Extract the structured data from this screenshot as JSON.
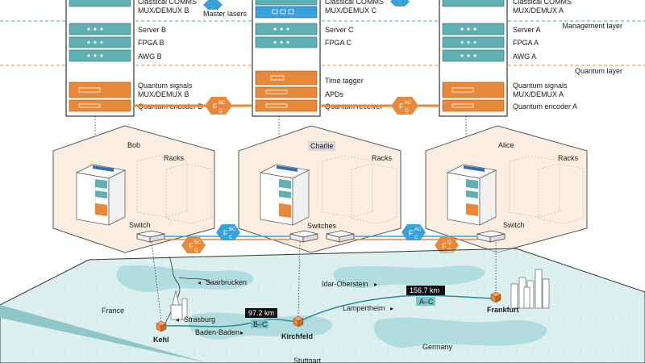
{
  "layers": {
    "management": "Management layer",
    "quantum": "Quantum layer"
  },
  "colors": {
    "teal": "#5fb0b3",
    "orange": "#e8883a",
    "blue_fiber": "#3aa0d8",
    "hex_fill": "#fbeee0",
    "map_water": "#bfe3e4"
  },
  "racks": {
    "left": {
      "classical": "Classical COMMS\nMUX/DEMUX B",
      "server": "Server B",
      "fpga": "FPGA B",
      "awg": "AWG B",
      "qmux": "Quantum signals\nMUX/DEMUX B",
      "encoder": "Quantum encoder B"
    },
    "center": {
      "master": "Master lasers",
      "classical": "Classical COMMS\nMUX/DEMUX C",
      "server": "Server C",
      "fpga": "FPGA C",
      "tagger": "Time tagger",
      "apds": "APDs",
      "receiver": "Quantum receiver"
    },
    "right": {
      "classical": "Classical COMMS\nMUX/DEMUX A",
      "server": "Server A",
      "fpga": "FPGA A",
      "awg": "AWG A",
      "qmux": "Quantum signals\nMUX/DEMUX A",
      "encoder": "Quantum encoder A"
    }
  },
  "fibers": {
    "q_bc": {
      "main": "F",
      "sup": "BC",
      "sub": "Q"
    },
    "q_ac": {
      "main": "F",
      "sup": "AC",
      "sub": "Q"
    },
    "c_bc": {
      "main": "F",
      "sup": "BC",
      "sub": "C"
    },
    "c_ac": {
      "main": "F",
      "sup": "AC",
      "sub": "C"
    }
  },
  "nodes": {
    "bob": {
      "name": "Bob",
      "racks": "Racks",
      "switch": "Switch"
    },
    "charlie": {
      "name": "Charlie",
      "racks": "Racks",
      "switch": "Switches"
    },
    "alice": {
      "name": "Alice",
      "racks": "Racks",
      "switch": "Switch"
    }
  },
  "map": {
    "france": "France",
    "germany": "Germany",
    "saarbrucken": "Saarbrucken",
    "strasburg": "Strasburg",
    "baden": "Baden-Baden",
    "kehl": "Kehl",
    "kirchfeld": "Kirchfeld",
    "idar": "Idar-Oberstein",
    "lampertheim": "Lampertheim",
    "frankfurt": "Frankfurt",
    "stuttgart": "Stuttgart",
    "dist_bc": "97.2 km",
    "link_bc": "B–C",
    "dist_ac": "156.7 km",
    "link_ac": "A–C"
  }
}
